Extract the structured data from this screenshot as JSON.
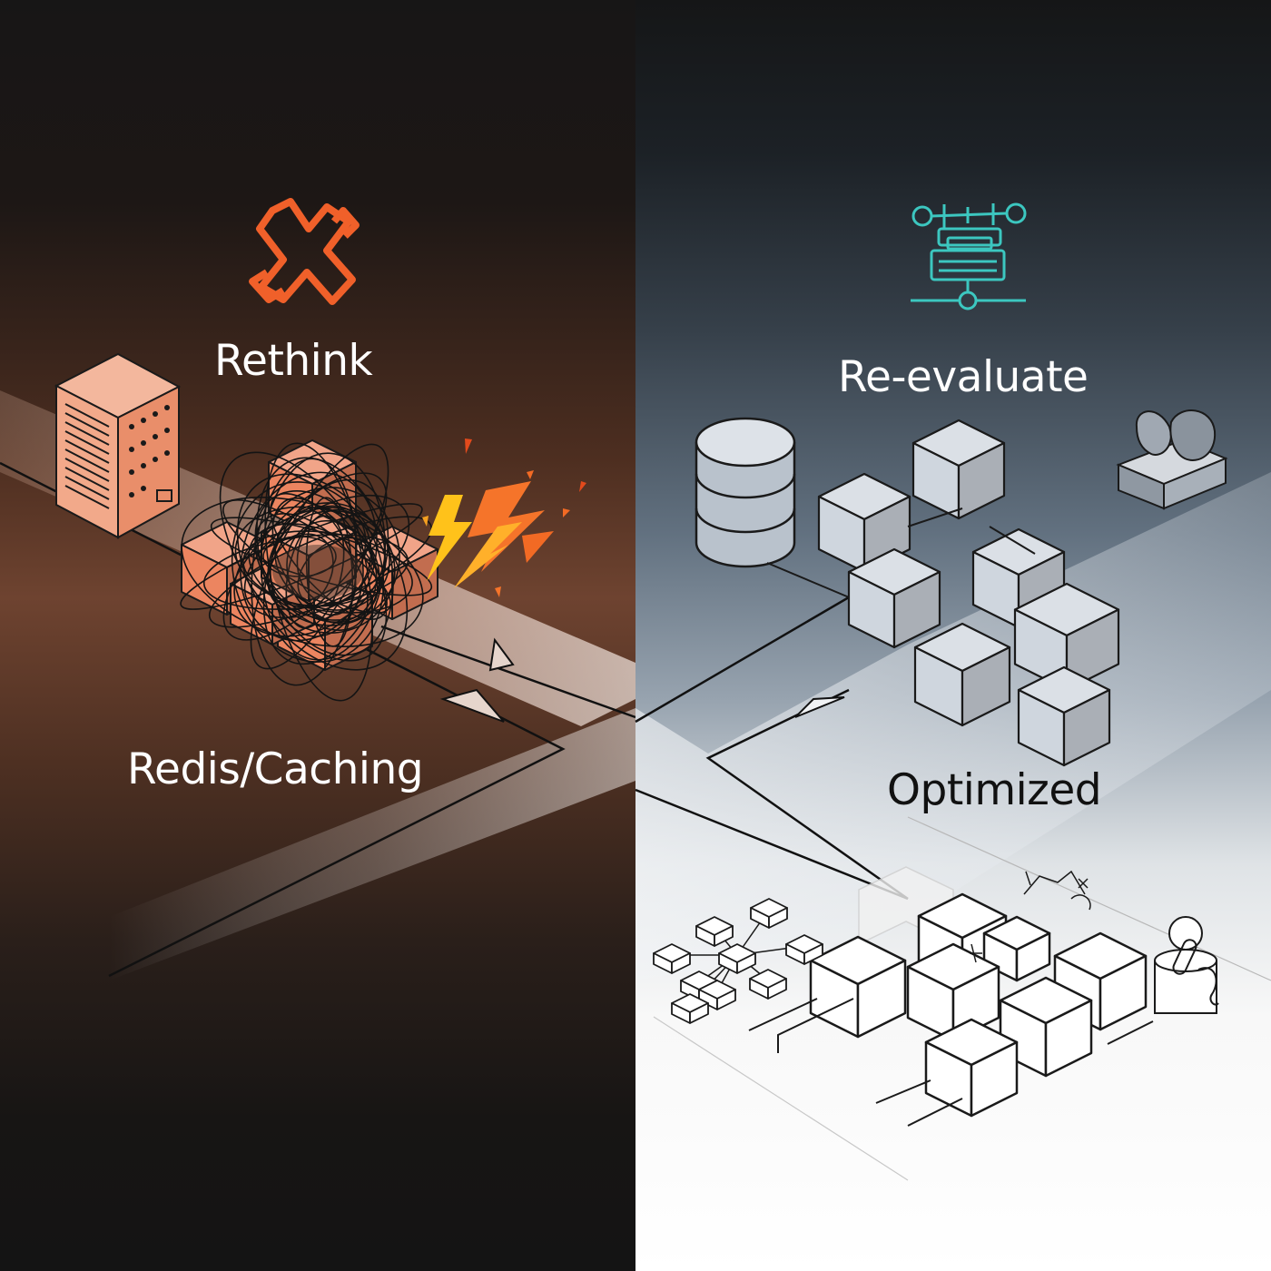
{
  "left_panel": {
    "heading": "Rethink",
    "label": "Redis/Caching",
    "heading_icon": "crossed-bones-x-icon",
    "accent_color": "#f0602a",
    "cube_color": "#ec8560",
    "background_top": "#171616",
    "background_mid": "#6e4330",
    "background_bottom": "#141414"
  },
  "right_panel": {
    "heading": "Re-evaluate",
    "label": "Optimized",
    "heading_icon": "flow-diagram-icon",
    "accent_color": "#3cc7c0",
    "cube_color": "#cfd6de",
    "background_top": "#151617",
    "background_mid": "#627180",
    "background_bottom": "#ffffff"
  }
}
